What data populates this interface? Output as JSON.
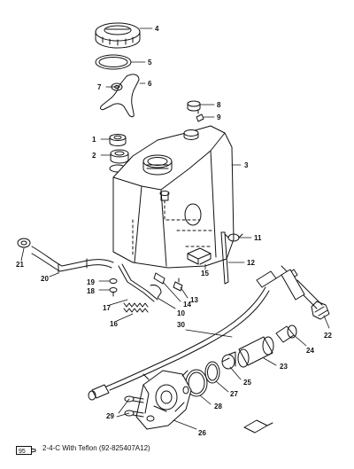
{
  "callouts": [
    {
      "n": "1",
      "label": "1"
    },
    {
      "n": "2",
      "label": "2"
    },
    {
      "n": "3",
      "label": "3"
    },
    {
      "n": "4",
      "label": "4"
    },
    {
      "n": "5",
      "label": "5"
    },
    {
      "n": "6",
      "label": "6"
    },
    {
      "n": "7",
      "label": "7"
    },
    {
      "n": "8",
      "label": "8"
    },
    {
      "n": "9",
      "label": "9"
    },
    {
      "n": "10",
      "label": "10"
    },
    {
      "n": "11",
      "label": "11"
    },
    {
      "n": "12",
      "label": "12"
    },
    {
      "n": "13",
      "label": "13"
    },
    {
      "n": "14",
      "label": "14"
    },
    {
      "n": "15",
      "label": "15"
    },
    {
      "n": "16",
      "label": "16"
    },
    {
      "n": "17",
      "label": "17"
    },
    {
      "n": "18",
      "label": "18"
    },
    {
      "n": "19",
      "label": "19"
    },
    {
      "n": "20",
      "label": "20"
    },
    {
      "n": "21",
      "label": "21"
    },
    {
      "n": "22",
      "label": "22"
    },
    {
      "n": "23",
      "label": "23"
    },
    {
      "n": "24",
      "label": "24"
    },
    {
      "n": "25",
      "label": "25"
    },
    {
      "n": "26",
      "label": "26"
    },
    {
      "n": "27",
      "label": "27"
    },
    {
      "n": "28",
      "label": "28"
    },
    {
      "n": "29",
      "label": "29"
    },
    {
      "n": "30",
      "label": "30"
    }
  ],
  "footnote": {
    "icon_label": "95",
    "text": "2-4-C  With Teflon (92-825407A12)"
  }
}
